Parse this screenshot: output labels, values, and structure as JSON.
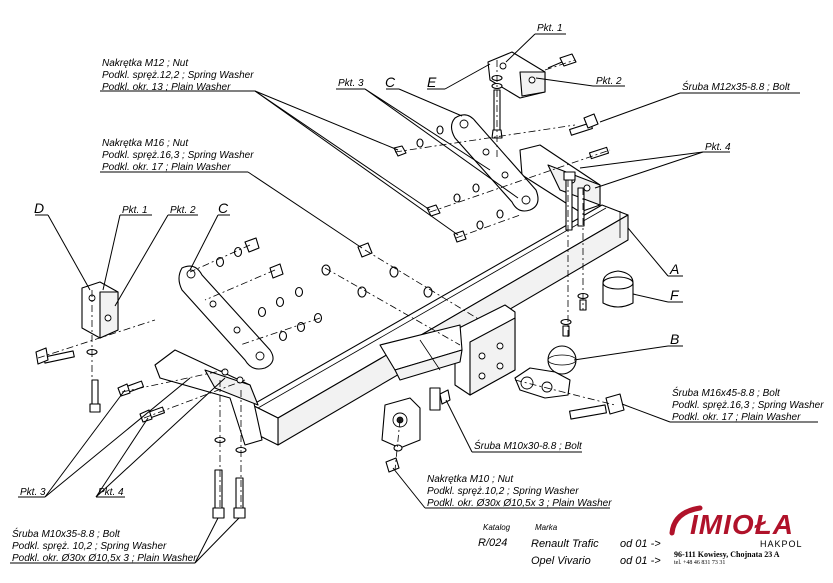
{
  "labels": {
    "pkt1_top": "Pkt. 1",
    "pkt2_top": "Pkt. 2",
    "pkt3_top": "Pkt. 3",
    "c_top": "C",
    "e_top": "E",
    "bolt_m12": "Śruba M12x35-8.8 ;  Bolt",
    "pkt4_right": "Pkt. 4",
    "nut_m12_line1": "Nakrętka  M12 ; Nut",
    "nut_m12_line2": "Podkl. spręż.12,2 ; Spring Washer",
    "nut_m12_line3": "Podkl. okr. 13 ; Plain Washer",
    "nut_m16_line1": "Nakrętka  M16 ; Nut",
    "nut_m16_line2": "Podkl. spręż.16,3 ; Spring Washer",
    "nut_m16_line3": "Podkl. okr. 17 ; Plain Washer",
    "d_left": "D",
    "pkt1_left": "Pkt. 1",
    "pkt2_left": "Pkt. 2",
    "c_left": "C",
    "a_right": "A",
    "f_right": "F",
    "b_right": "B",
    "bolt_m16_line1": "Śruba M16x45-8.8 ;  Bolt",
    "bolt_m16_line2": "Podkl. spręż.16,3 ; Spring Washer",
    "bolt_m16_line3": "Podkl. okr. 17 ; Plain Washer",
    "bolt_m10x30": "Śruba M10x30-8.8 ;  Bolt",
    "nut_m10_line1": "Nakrętka  M10 ; Nut",
    "nut_m10_line2": "Podkl. spręż.10,2 ; Spring Washer",
    "nut_m10_line3": "Podkl. okr. Ø30x Ø10,5x 3 ; Plain Washer",
    "pkt3_left": "Pkt. 3",
    "pkt4_left": "Pkt. 4",
    "bolt_m10x35_line1": "Śruba M10x35-8.8 ;  Bolt",
    "bolt_m10x35_line2": "Podkl. spręż. 10,2 ; Spring Washer",
    "bolt_m10x35_line3": "Podkl. okr.  Ø30x Ø10,5x 3 ; Plain Washer"
  },
  "footer": {
    "katalog_label": "Katalog",
    "katalog_value": "R/024",
    "marka_label": "Marka",
    "models": [
      {
        "name": "Renault Trafic",
        "from": "od 01 ->"
      },
      {
        "name": "Opel Vivario",
        "from": "od 01 ->"
      }
    ],
    "logo": "IMIOŁA",
    "hakpol": "HAKPOL",
    "address": "96-111 Kowiesy, Chojnata 23 A",
    "phone": "tel. +48 46 831 73 31"
  },
  "colors": {
    "line": "#000000",
    "logo_red": "#b0122a",
    "background": "#ffffff"
  }
}
